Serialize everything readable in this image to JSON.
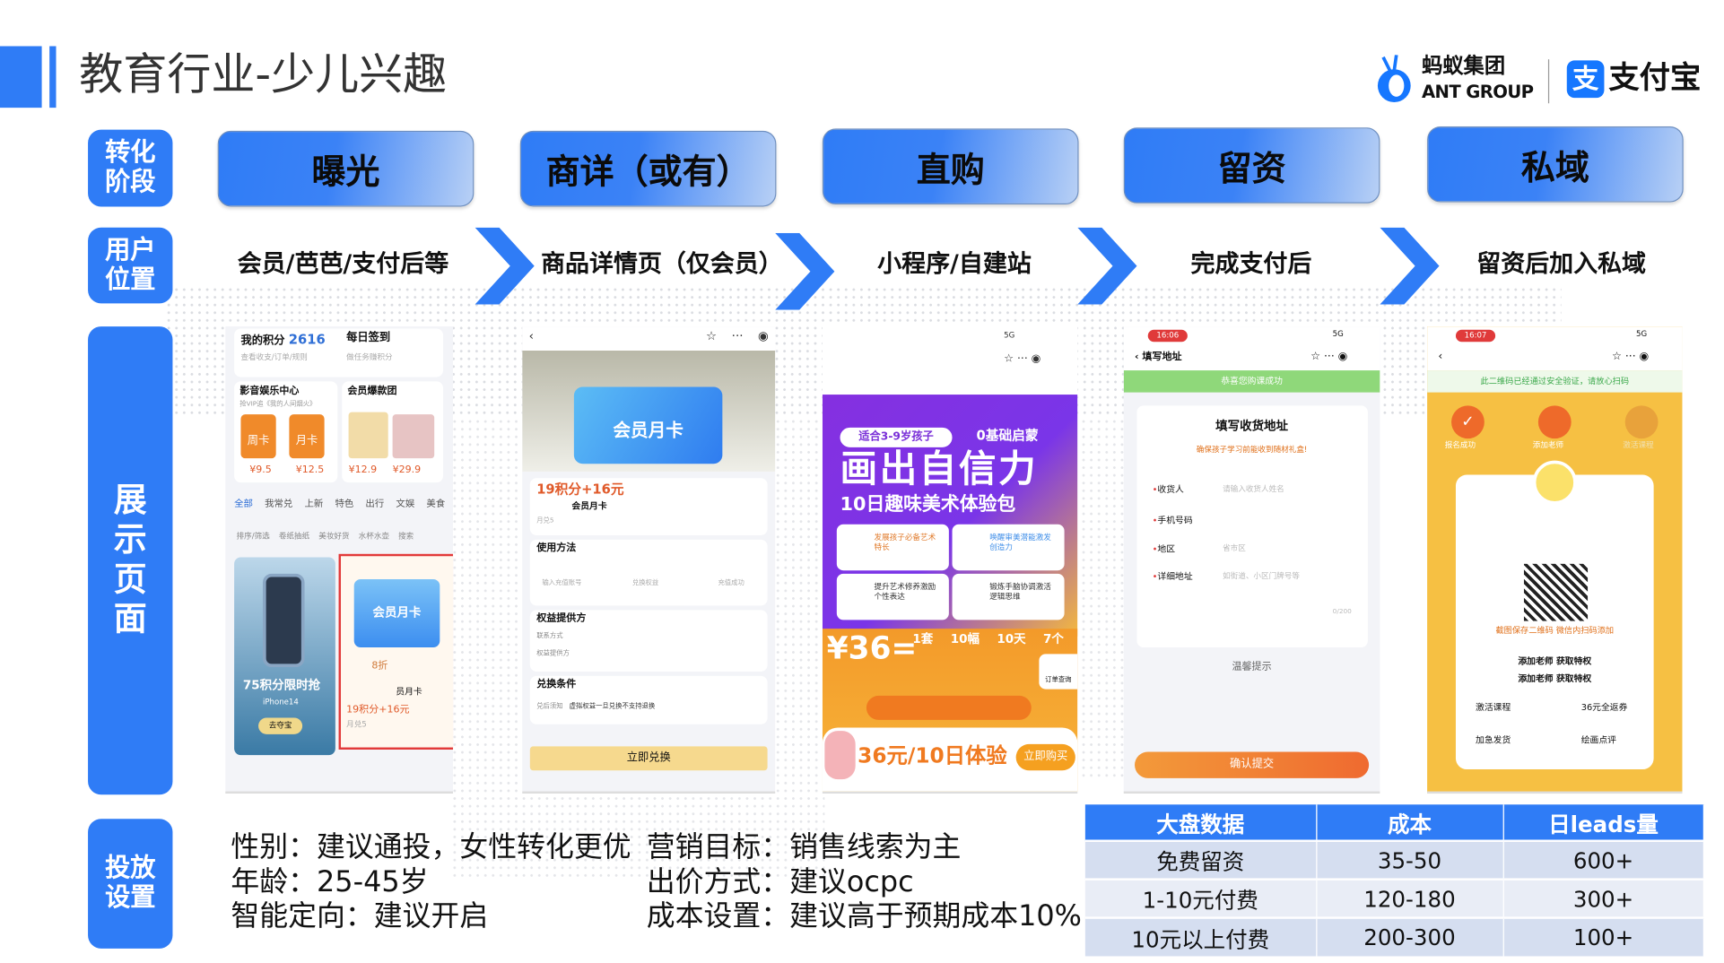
{
  "header": {
    "title": "教育行业-少儿兴趣",
    "logo_ant_cn": "蚂蚁集团",
    "logo_ant_en": "ANT GROUP",
    "logo_alipay": "支付宝",
    "accent": "#2f7cf6"
  },
  "row_labels": {
    "stage": "转化阶段",
    "position": "用户位置",
    "display": "展示页面",
    "setting": "投放设置"
  },
  "stages": [
    "曝光",
    "商详（或有）",
    "直购",
    "留资",
    "私域"
  ],
  "positions": [
    "会员/芭芭/支付后等",
    "商品详情页（仅会员）",
    "小程序/自建站",
    "完成支付后",
    "留资后加入私域"
  ],
  "phone1": {
    "points_label": "我的积分",
    "points": "2616",
    "points_sub": "查看收支/订单/规则",
    "checkin": "每日签到",
    "checkin_sub": "做任务赚积分",
    "ent": "影音娱乐中心",
    "ent_sub": "抢VIP追《我的人间烟火》",
    "hot": "会员爆款团",
    "card_a": "周卡",
    "card_b": "月卡",
    "price_a": "¥9.5",
    "price_b": "¥12.5",
    "price_c": "¥12.9",
    "price_d": "¥29.9",
    "tabs": [
      "全部",
      "我常兑",
      "上新",
      "特色",
      "出行",
      "文娱",
      "美食"
    ],
    "filters": [
      "排序/筛选",
      "卷纸抽纸",
      "美妆好货",
      "水杯水壶",
      "搜索"
    ],
    "promo": "75积分限时抢",
    "promo_sub": "iPhone14",
    "promo_btn": "去夺宝",
    "member_card": "会员月卡",
    "discount": "8折",
    "item_name": "员月卡",
    "item_price": "19积分+16元",
    "item_sub": "月兑5"
  },
  "phone2": {
    "card": "会员月卡",
    "price": "19积分+16元",
    "name": "会员月卡",
    "sub": "月兑5",
    "usage": "使用方法",
    "steps": [
      "输入充值账号",
      "兑换权益",
      "充值成功"
    ],
    "provider": "权益提供方",
    "contact": "联系方式",
    "provider_label": "权益提供方",
    "cond": "兑换条件",
    "cond_label": "兑后须知",
    "cond_text": "虚拟权益一旦兑换不支持退换",
    "btn": "立即兑换"
  },
  "phone3": {
    "signal": "5G",
    "tag": "适合3-9岁孩子",
    "tag2": "0基础启蒙",
    "headline": "画出自信力",
    "sub": "10日趣味美术体验包",
    "features": [
      "发展孩子必备艺术特长",
      "唤醒审美潜能激发创造力",
      "提升艺术修养激励个性表达",
      "锻炼手脑协调激活逻辑思维"
    ],
    "price": "36",
    "plus": [
      "1套",
      "10幅",
      "10天",
      "7个"
    ],
    "order": "订单查询",
    "bottom_price": "36元/10日体验",
    "buy": "立即购买"
  },
  "phone4": {
    "time": "16:06",
    "signal": "5G",
    "nav": "填写地址",
    "banner": "恭喜您购课成功",
    "title": "填写收货地址",
    "note": "确保孩子学习前能收到随材礼盒!",
    "fields": [
      {
        "label": "收货人",
        "placeholder": "请输入收货人姓名"
      },
      {
        "label": "手机号码",
        "placeholder": ""
      },
      {
        "label": "地区",
        "placeholder": "省市区"
      },
      {
        "label": "详细地址",
        "placeholder": "如街道、小区门牌号等"
      }
    ],
    "count": "0/200",
    "tip": "温馨提示",
    "btn": "确认提交"
  },
  "phone5": {
    "time": "16:07",
    "signal": "5G",
    "banner": "此二维码已经通过安全验证，请放心扫码",
    "steps": [
      "报名成功",
      "添加老师",
      "激活课程"
    ],
    "save": "截图保存二维码 微信内扫码添加",
    "h1": "添加老师 获取特权",
    "h2": "添加老师 获取特权",
    "perks": [
      "激活课程",
      "36元全返券",
      "加急发货",
      "绘画点评"
    ]
  },
  "settings": {
    "left": [
      "性别：建议通投，女性转化更优",
      "年龄：25-45岁",
      "智能定向：建议开启"
    ],
    "right": [
      "营销目标：销售线索为主",
      "出价方式：建议ocpc",
      "成本设置：建议高于预期成本10%"
    ]
  },
  "table": {
    "headers": [
      "大盘数据",
      "成本",
      "日leads量"
    ],
    "rows": [
      [
        "免费留资",
        "35-50",
        "600+"
      ],
      [
        "1-10元付费",
        "120-180",
        "300+"
      ],
      [
        "10元以上付费",
        "200-300",
        "100+"
      ]
    ]
  }
}
